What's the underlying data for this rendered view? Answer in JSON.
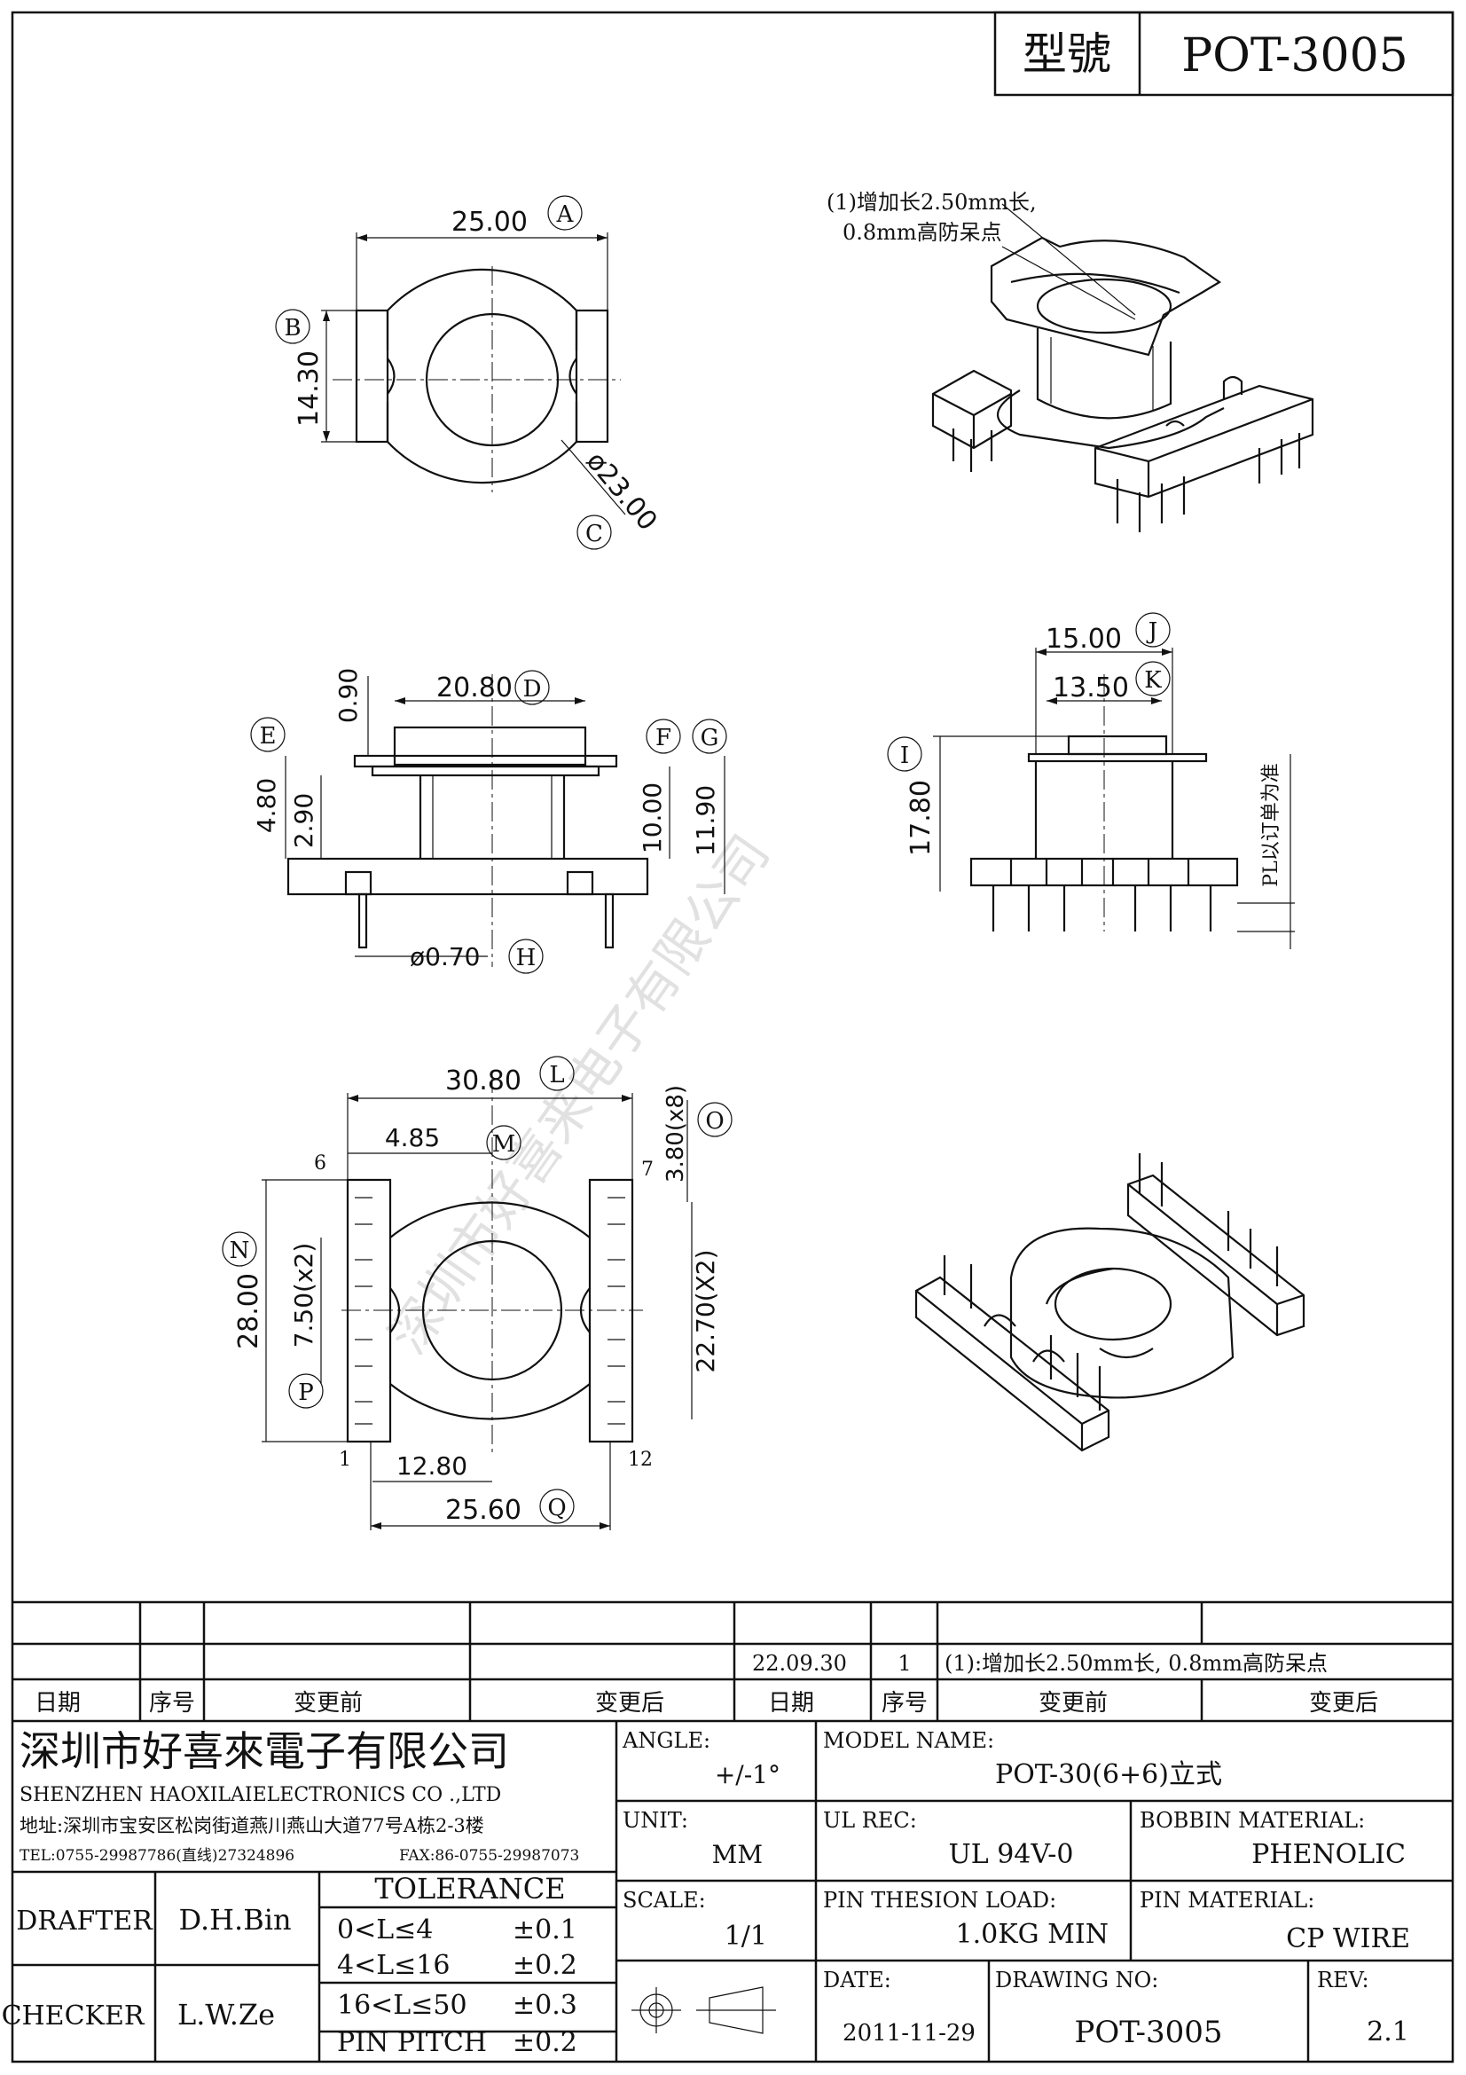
{
  "header": {
    "model_label": "型號",
    "model_value": "POT-3005"
  },
  "watermark": "深圳市好喜来电子有限公司",
  "note": {
    "line1": "(1)增加长2.50mm长,",
    "line2": "0.8mm高防呆点"
  },
  "dims": {
    "a": "25.00",
    "b": "14.30",
    "c": "ø23.00",
    "d": "20.80",
    "e": "4.80",
    "e_inner": "2.90",
    "f_top": "0.90",
    "g1": "10.00",
    "g2": "11.90",
    "h": "ø0.70",
    "i": "17.80",
    "j": "15.00",
    "k": "13.50",
    "l": "30.80",
    "m": "4.85",
    "n": "28.00",
    "o": "3.80(x8)",
    "p": "7.50(x2)",
    "r": "22.70(X2)",
    "q": "25.60",
    "s": "12.80",
    "pl": "PL以订单为准"
  },
  "markers": [
    "A",
    "B",
    "C",
    "D",
    "E",
    "F",
    "G",
    "H",
    "I",
    "J",
    "K",
    "L",
    "M",
    "N",
    "O",
    "P",
    "Q"
  ],
  "pins": {
    "p6": "6",
    "p7": "7",
    "p1": "1",
    "p12": "12"
  },
  "revision": {
    "rows": [
      {
        "date": "",
        "no": "",
        "before": "",
        "after": "",
        "date2": "",
        "no2": "",
        "before2": "",
        "after2": ""
      },
      {
        "date": "",
        "no": "",
        "before": "",
        "after": "",
        "date2": "22.09.30",
        "no2": "1",
        "before2": "(1):增加长2.50mm长, 0.8mm高防呆点",
        "after2": ""
      }
    ],
    "headers": {
      "date": "日期",
      "no": "序号",
      "before": "变更前",
      "after": "变更后"
    }
  },
  "company": {
    "name_cn": "深圳市好喜來電子有限公司",
    "name_en": "SHENZHEN HAOXILAIELECTRONICS CO .,LTD",
    "address": "地址:深圳市宝安区松岗街道燕川燕山大道77号A栋2-3楼",
    "tel": "TEL:0755-29987786(直线)27324896",
    "fax": "FAX:86-0755-29987073"
  },
  "title_block": {
    "angle_label": "ANGLE:",
    "angle_value": "+/-1°",
    "model_name_label": "MODEL NAME:",
    "model_name_value": "POT-30(6+6)立式",
    "unit_label": "UNIT:",
    "unit_value": "MM",
    "ul_label": "UL REC:",
    "ul_value": "UL 94V-0",
    "bobbin_label": "BOBBIN MATERIAL:",
    "bobbin_value": "PHENOLIC",
    "scale_label": "SCALE:",
    "scale_value": "1/1",
    "pin_load_label": "PIN THESION LOAD:",
    "pin_load_value": "1.0KG MIN",
    "pin_mat_label": "PIN MATERIAL:",
    "pin_mat_value": "CP   WIRE",
    "date_label": "DATE:",
    "date_value": "2011-11-29",
    "drawing_label": "DRAWING NO:",
    "drawing_value": "POT-3005",
    "rev_label": "REV:",
    "rev_value": "2.1",
    "drafter_label": "DRAFTER",
    "drafter_value": "D.H.Bin",
    "checker_label": "CHECKER",
    "checker_value": "L.W.Ze",
    "tolerance_title": "TOLERANCE",
    "tolerance": [
      {
        "range": "0<L≤4",
        "value": "±0.1"
      },
      {
        "range": "4<L≤16",
        "value": "±0.2"
      },
      {
        "range": "16<L≤50",
        "value": "±0.3"
      },
      {
        "range": "PIN PITCH",
        "value": "±0.2"
      }
    ]
  }
}
